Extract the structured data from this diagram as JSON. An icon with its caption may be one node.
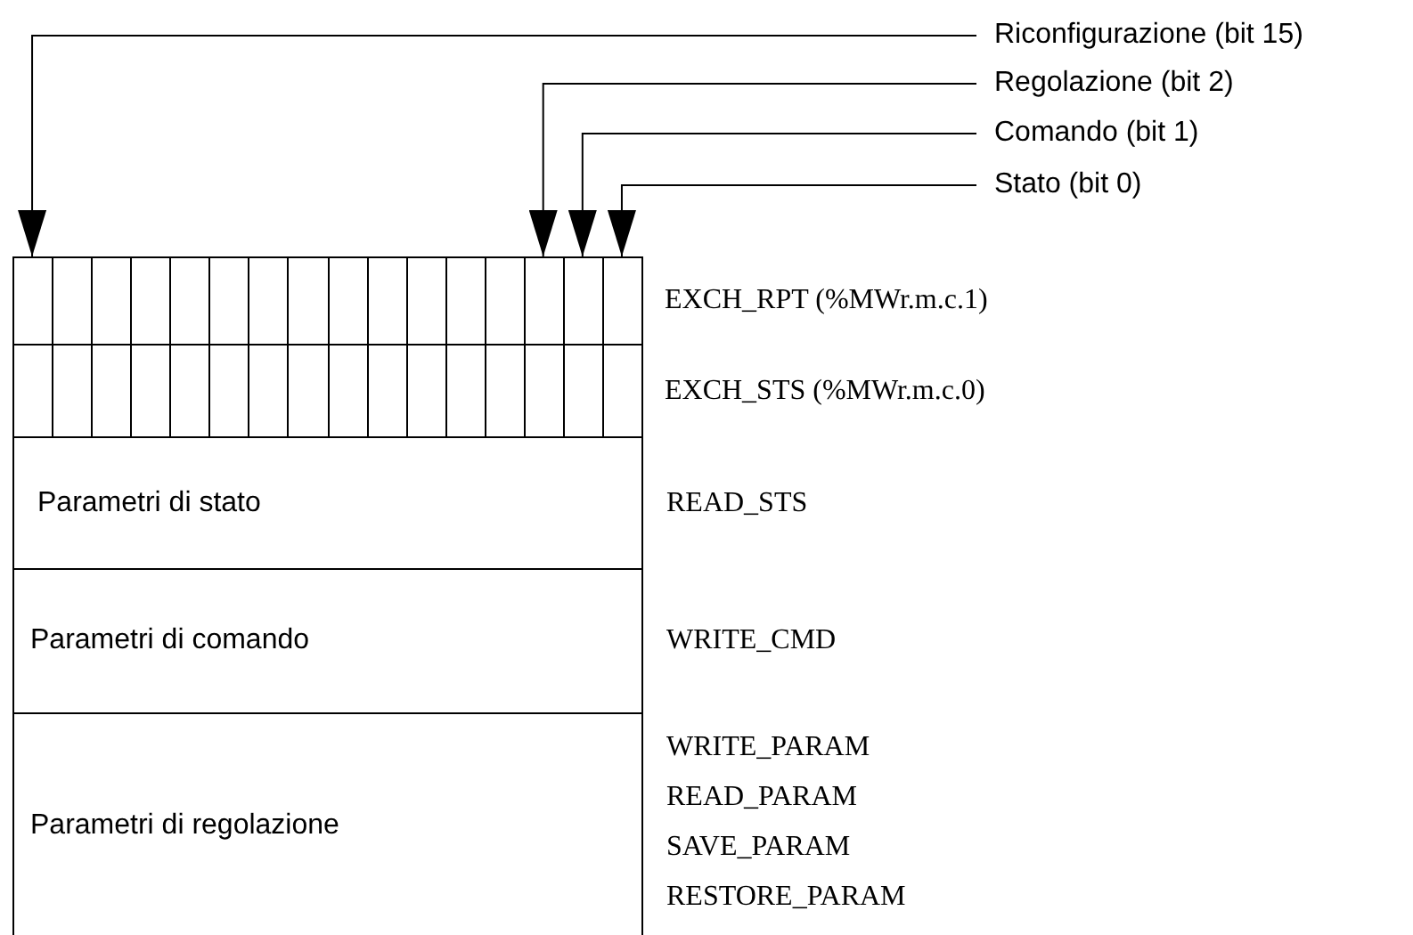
{
  "diagram": {
    "nodes": [
      {
        "text": [
          "Riconfigurazione (bit 15)"
        ]
      },
      {
        "text": [
          "Regolazione (bit 2)"
        ]
      },
      {
        "text": [
          "Comando (bit 1)"
        ]
      },
      {
        "text": [
          "Stato (bit 0)"
        ]
      },
      {
        "text": [],
        "shape": "box",
        "beside": [
          "EXCH_RPT (%MWr.m.c.1)"
        ]
      },
      {
        "text": [],
        "shape": "box",
        "in": 4
      },
      {
        "text": [],
        "shape": "box",
        "in": 4
      },
      {
        "text": [],
        "shape": "box",
        "in": 4
      },
      {
        "text": [],
        "shape": "box",
        "in": 4
      },
      {
        "text": [],
        "shape": "box",
        "beside": [
          "EXCH_STS (%MWr.m.c.0)"
        ]
      },
      {
        "text": [
          "Parametri di stato"
        ],
        "beside": [
          "READ_STS"
        ]
      },
      {
        "text": [
          "Parametri di comando"
        ],
        "beside": [
          "WRITE_CMD"
        ]
      },
      {
        "text": [
          "Parametri di regolazione"
        ],
        "beside": [
          "WRITE_PARAM",
          "READ_PARAM",
          "SAVE_PARAM",
          "RESTORE_PARAM"
        ]
      }
    ],
    "edges": [
      {
        "from": 0,
        "to": 5,
        "arrow": "to"
      },
      {
        "from": 1,
        "to": 6,
        "arrow": "to"
      },
      {
        "from": 2,
        "to": 7,
        "arrow": "to"
      },
      {
        "from": 3,
        "to": 8,
        "arrow": "to"
      }
    ]
  }
}
